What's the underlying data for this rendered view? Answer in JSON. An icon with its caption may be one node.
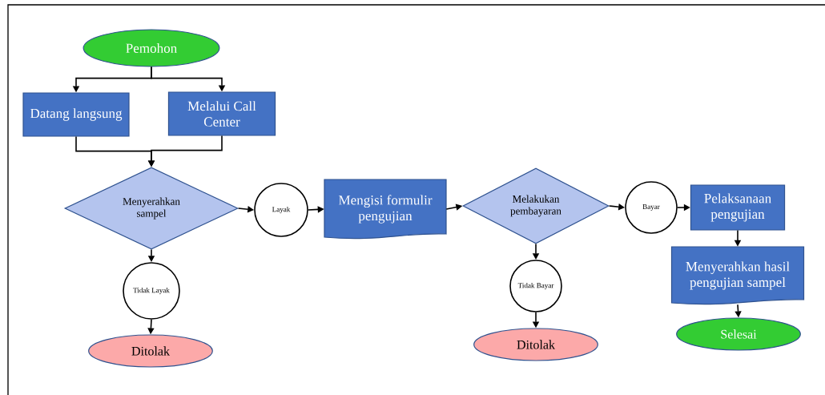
{
  "diagram": {
    "nodes": [
      {
        "text": [
          "Pemohon"
        ]
      },
      {
        "text": [
          "Datang langsung"
        ]
      },
      {
        "text": [
          "Melalui Call Center"
        ]
      },
      {
        "text": [
          "Menyerahkan sampel"
        ]
      },
      {
        "text": [
          "Layak"
        ]
      },
      {
        "text": [
          "Mengisi formulir pengujian"
        ]
      },
      {
        "text": [
          "Tidak Layak"
        ]
      },
      {
        "text": [
          "Ditolak"
        ]
      },
      {
        "text": [
          "Melakukan pembayaran"
        ]
      },
      {
        "text": [
          "Bayar"
        ]
      },
      {
        "text": [
          "Tidak Bayar"
        ]
      },
      {
        "text": [
          "Ditolak"
        ]
      },
      {
        "text": [
          "Pelaksanaan pengujian"
        ]
      },
      {
        "text": [
          "Menyerahkan hasil pengujian sampel"
        ]
      },
      {
        "text": [
          "Selesai"
        ]
      }
    ],
    "edges": [
      {
        "from": 0,
        "to": 1,
        "arrow": "to"
      },
      {
        "from": 0,
        "to": 2,
        "arrow": "to"
      },
      {
        "from": 1,
        "to": 3,
        "arrow": "to"
      },
      {
        "from": 2,
        "to": 3,
        "arrow": "to"
      },
      {
        "from": 3,
        "to": 4,
        "arrow": "to"
      },
      {
        "from": 4,
        "to": 5,
        "arrow": "to"
      },
      {
        "from": 3,
        "to": 6,
        "arrow": "to"
      },
      {
        "from": 6,
        "to": 7,
        "arrow": "to"
      },
      {
        "from": 5,
        "to": 8,
        "arrow": "to"
      },
      {
        "from": 8,
        "to": 9,
        "arrow": "to"
      },
      {
        "from": 8,
        "to": 10,
        "arrow": "to"
      },
      {
        "from": 10,
        "to": 11,
        "arrow": "to"
      },
      {
        "from": 9,
        "to": 12,
        "arrow": "to"
      },
      {
        "from": 12,
        "to": 13,
        "arrow": "to"
      },
      {
        "from": 13,
        "to": 14,
        "arrow": "to"
      }
    ]
  }
}
